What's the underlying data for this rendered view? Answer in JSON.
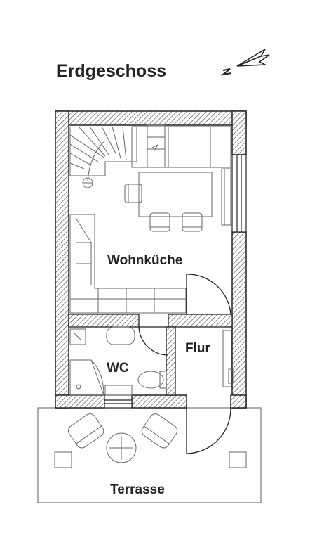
{
  "title": "Erdgeschoss",
  "rooms": {
    "living": "Wohnküche",
    "wc": "WC",
    "hall": "Flur",
    "terrace": "Terrasse"
  },
  "north_arrow": {
    "letter": "N",
    "icon": "north-arrow-icon"
  },
  "colors": {
    "line": "#222222",
    "wall_hatch": "#555555",
    "furniture": "#666666"
  }
}
